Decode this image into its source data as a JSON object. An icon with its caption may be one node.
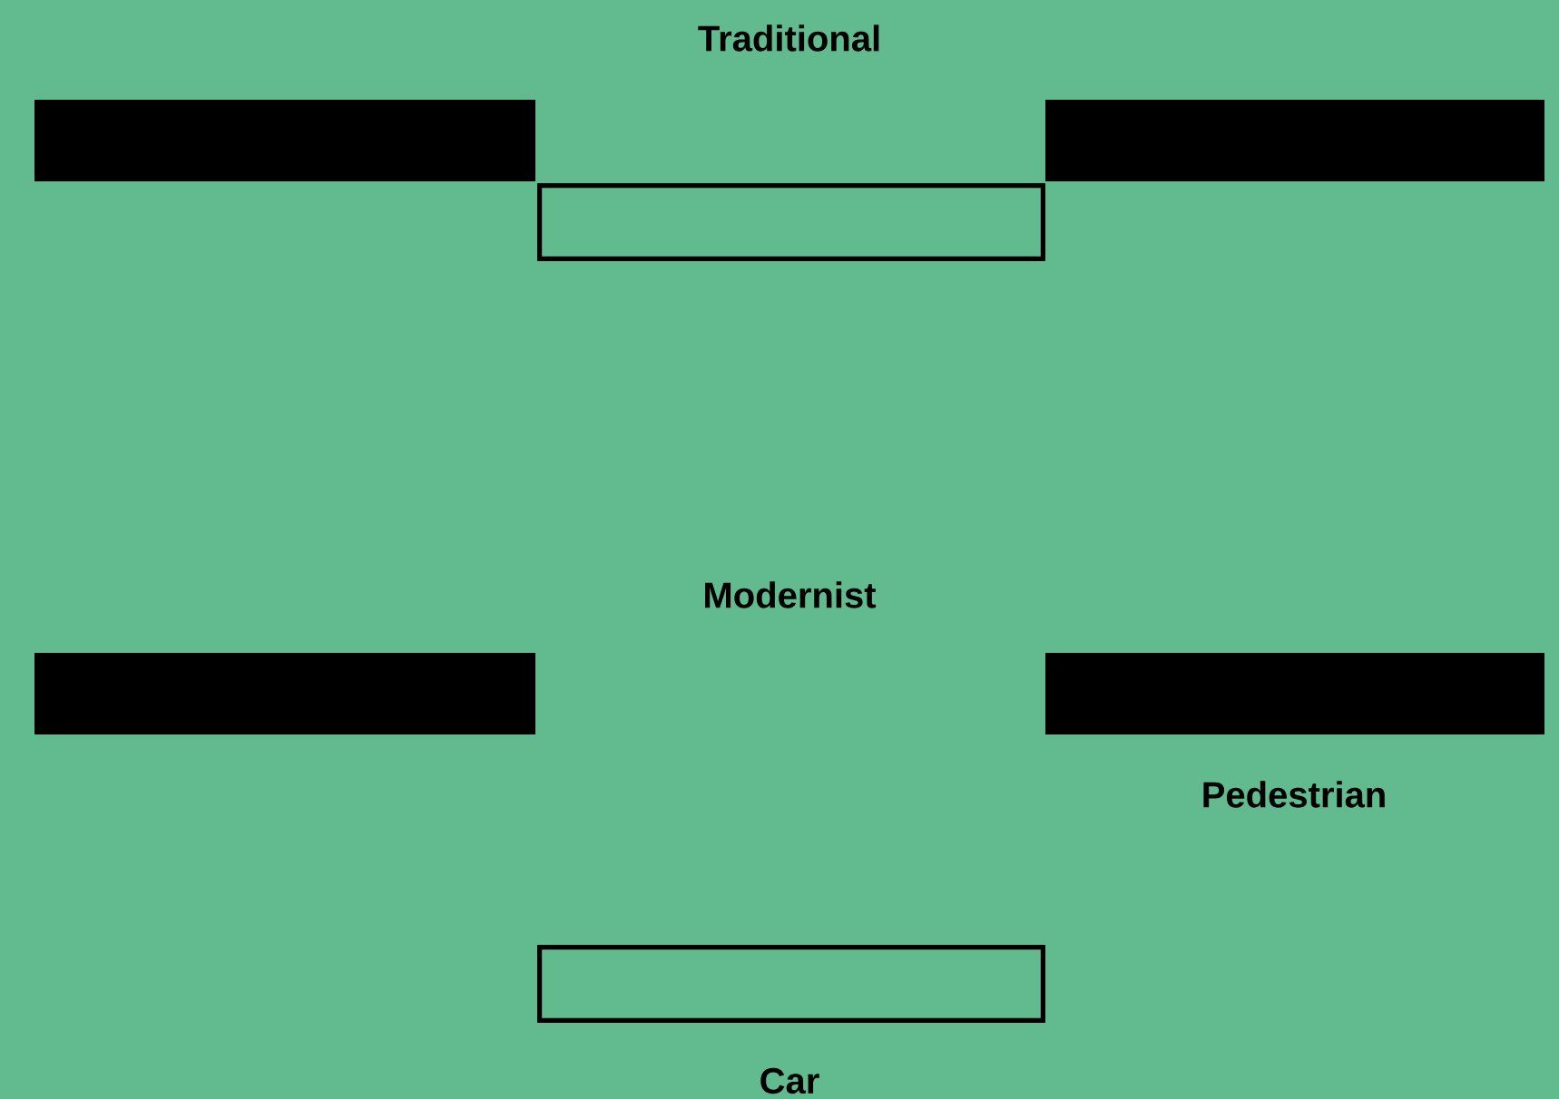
{
  "diagram": {
    "nodes": [
      {
        "text": [],
        "shape": "bar"
      },
      {
        "text": [],
        "shape": "bar"
      },
      {
        "text": [],
        "shape": "box"
      },
      {
        "text": [],
        "shape": "bar"
      },
      {
        "text": [],
        "shape": "bar"
      },
      {
        "text": [],
        "shape": "box"
      }
    ],
    "labels": [
      "Traditional",
      "Modernist",
      "Pedestrian",
      "Car"
    ]
  }
}
